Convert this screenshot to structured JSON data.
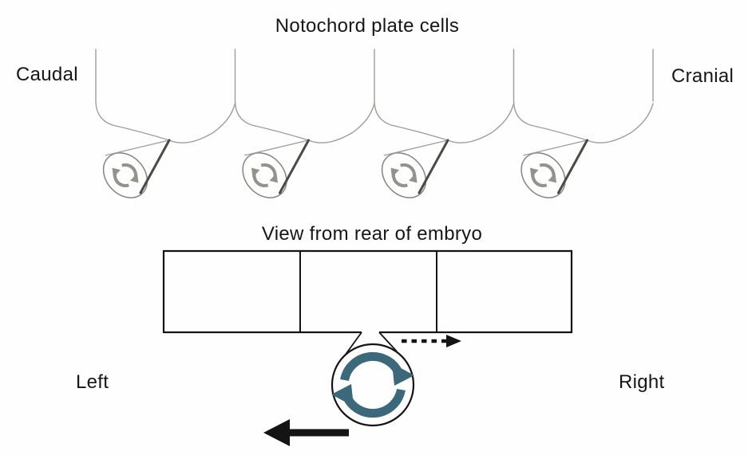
{
  "figure": {
    "type": "biology-diagram",
    "subject": "Notochord plate cells with rotating cilia"
  },
  "top_panel": {
    "title": "Notochord plate cells",
    "left_label": "Caudal",
    "right_label": "Cranial",
    "cell_count": 4,
    "icons": [
      "cilium-cone-icon",
      "rotation-arrows-icon"
    ]
  },
  "bottom_panel": {
    "title": "View from rear of embryo",
    "left_label": "Left",
    "right_label": "Right",
    "cell_count": 3,
    "icons": [
      "rotating-cilium-icon",
      "dashed-right-arrow-icon",
      "left-motion-arrow-icon"
    ],
    "cilium_rotation_direction": "clockwise",
    "dashed_arrow_direction": "right",
    "solid_arrow_direction": "left"
  },
  "colors": {
    "rotation_arrow_teal": "#3c687b",
    "sketch_line_gray": "#a09e99",
    "dark_cone_line": "#4a4a47",
    "small_arrow_gray": "#94928c",
    "ink_black": "#141414",
    "background": "#fefefe"
  }
}
